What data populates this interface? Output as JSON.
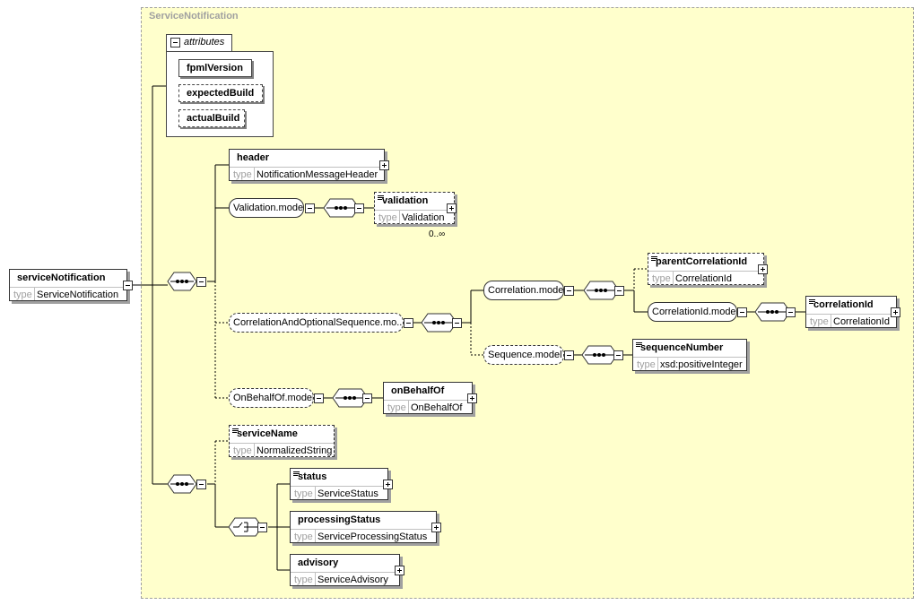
{
  "complex_type": "ServiceNotification",
  "root": {
    "name": "serviceNotification",
    "type_key": "type",
    "type": "ServiceNotification"
  },
  "attributes": {
    "title": "attributes",
    "items": [
      {
        "name": "fpmlVersion",
        "required": true
      },
      {
        "name": "expectedBuild",
        "required": false
      },
      {
        "name": "actualBuild",
        "required": false
      }
    ]
  },
  "elements": {
    "header": {
      "name": "header",
      "type_key": "type",
      "type": "NotificationMessageHeader"
    },
    "validation": {
      "name": "validation",
      "type_key": "type",
      "type": "Validation",
      "cardinality": "0..∞"
    },
    "parentCorrelationId": {
      "name": "parentCorrelationId",
      "type_key": "type",
      "type": "CorrelationId"
    },
    "correlationId": {
      "name": "correlationId",
      "type_key": "type",
      "type": "CorrelationId"
    },
    "sequenceNumber": {
      "name": "sequenceNumber",
      "type_key": "type",
      "type": "xsd:positiveInteger"
    },
    "onBehalfOf": {
      "name": "onBehalfOf",
      "type_key": "type",
      "type": "OnBehalfOf"
    },
    "serviceName": {
      "name": "serviceName",
      "type_key": "type",
      "type": "NormalizedString"
    },
    "status": {
      "name": "status",
      "type_key": "type",
      "type": "ServiceStatus"
    },
    "processingStatus": {
      "name": "processingStatus",
      "type_key": "type",
      "type": "ServiceProcessingStatus"
    },
    "advisory": {
      "name": "advisory",
      "type_key": "type",
      "type": "ServiceAdvisory"
    }
  },
  "groups": {
    "validation_model": "Validation.model",
    "corr_opt_seq_model": "CorrelationAndOptionalSequence.mo...",
    "correlation_model": "Correlation.model",
    "correlationid_model": "CorrelationId.model",
    "sequence_model": "Sequence.model",
    "onbehalfof_model": "OnBehalfOf.model"
  },
  "colors": {
    "background": "#ffffcc",
    "border": "#333333",
    "muted": "#a0a0a0"
  }
}
